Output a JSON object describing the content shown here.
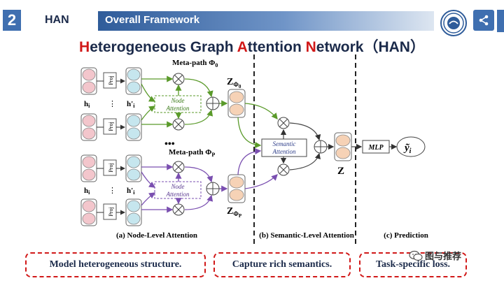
{
  "header": {
    "section_number": "2",
    "section_label": "HAN",
    "banner_title": "Overall Framework"
  },
  "title": {
    "part1_red": "H",
    "part1_rest": "eterogeneous Graph ",
    "part2_red": "A",
    "part2_rest": "ttention ",
    "part3_red": "N",
    "part3_rest": "etwork（HAN）"
  },
  "diagram": {
    "metapath_top": "Meta-path Φ",
    "metapath_top_sub": "0",
    "metapath_bottom": "Meta-path Φ",
    "metapath_bottom_sub": "P",
    "proj": "Proj",
    "node_attention_1": "Node",
    "node_attention_2": "Attention",
    "semantic_attention_1": "Semantic",
    "semantic_attention_2": "Attention",
    "h_i": "h",
    "h_i_sub": "i",
    "h_prime": "h'",
    "h_prime_sub": "i",
    "vdots": "⋮",
    "ellipsis": "•••",
    "z_top": "Z",
    "z_top_sub1": "Φ",
    "z_top_sub2": "0",
    "z_bottom": "Z",
    "z_bottom_sub1": "Φ",
    "z_bottom_sub2": "P",
    "z_final": "Z",
    "mlp": "MLP",
    "y_out": "ỹ",
    "y_out_sub": "i",
    "cap_a": "(a) Node-Level Attention",
    "cap_b": "(b) Semantic-Level Attention",
    "cap_c": "(c) Prediction"
  },
  "callouts": {
    "box1": "Model heterogeneous structure.",
    "box2": "Capture rich semantics.",
    "box3": "Task-specific loss."
  },
  "watermark": "图与推荐",
  "colors": {
    "accent_blue": "#3f6fb0",
    "title_red": "#d11818",
    "green_edges": "#5a9a2a",
    "purple_edges": "#7a4fb0",
    "node_pink": "#f3c6cc",
    "node_cyan": "#c6e6ee",
    "node_peach": "#f6d2b6"
  },
  "icons": [
    "share-icon",
    "logo-emblem-icon",
    "wechat-icon"
  ]
}
